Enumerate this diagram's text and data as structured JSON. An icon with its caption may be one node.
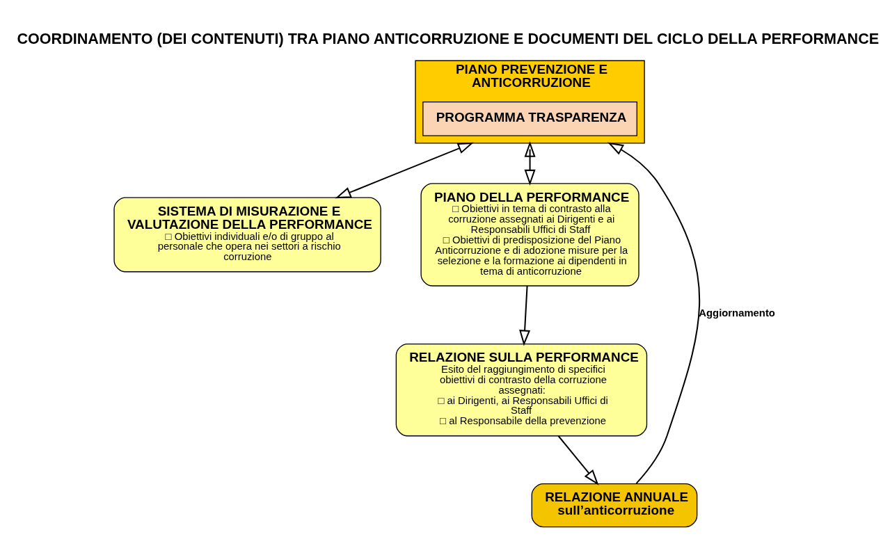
{
  "diagram": {
    "title": "COORDINAMENTO (DEI CONTENUTI) TRA PIANO ANTICORRUZIONE E DOCUMENTI DEL CICLO DELLA PERFORMANCE",
    "nodes": [
      {
        "text": [
          "PIANO PREVENZIONE E ANTICORRUZIONE"
        ]
      },
      {
        "text": [
          "PROGRAMMA TRASPARENZA"
        ],
        "in": 0
      },
      {
        "text": [
          "RELAZIONE ANNUALE sull’anticorruzione"
        ]
      },
      {
        "text": [
          "SISTEMA DI MISURAZIONE E VALUTAZIONE DELLA PERFORMANCE",
          "□ Obiettivi individuali e/o di gruppo al personale che opera nei settori a rischio corruzione"
        ]
      },
      {
        "text": [
          "PIANO DELLA PERFORMANCE",
          "□ Obiettivi in tema di contrasto alla corruzione assegnati ai Dirigenti e ai Responsabili Uffici di Staff",
          "□ Obiettivi di predisposizione del Piano Anticorruzione e di adozione misure per la selezione e la formazione ai dipendenti in tema di anticorruzione"
        ]
      },
      {
        "text": [
          "RELAZIONE SULLA PERFORMANCE",
          "Esito del raggiungimento di specifici obiettivi di contrasto della corruzione assegnati:",
          "□ ai Dirigenti, ai Responsabili Uffici di Staff",
          "□ al Responsabile della prevenzione"
        ]
      }
    ],
    "edges": [
      {
        "from": 2,
        "to": 0,
        "arrow": "to",
        "label": "Aggiornamento"
      },
      {
        "from": 0,
        "to": 3,
        "arrow": "both"
      },
      {
        "from": 0,
        "to": 4,
        "arrow": "both"
      },
      {
        "from": 4,
        "to": 5,
        "arrow": "to"
      },
      {
        "from": 5,
        "to": 2,
        "arrow": "to"
      }
    ]
  }
}
